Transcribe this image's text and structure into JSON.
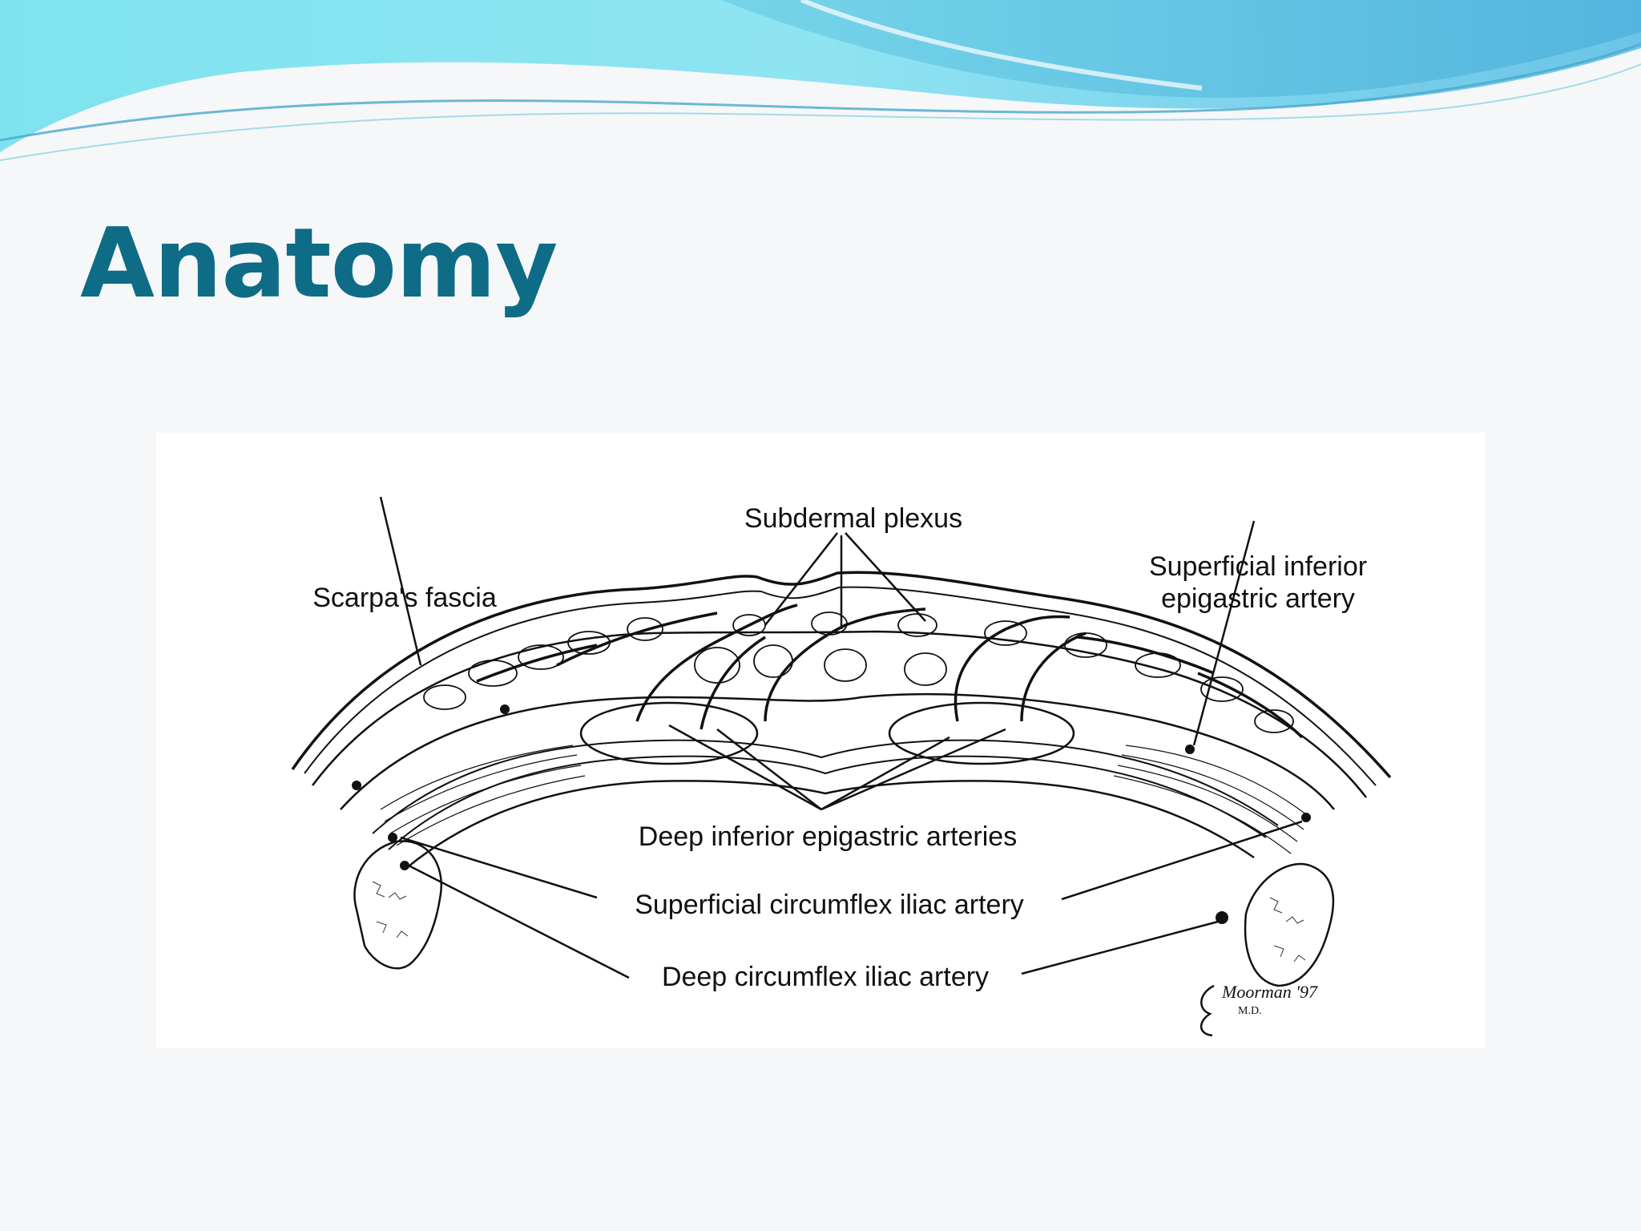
{
  "slide": {
    "title": "Anatomy"
  },
  "colors": {
    "title": "#0e6c86",
    "banner_light": "#8ee6f0",
    "banner_dark": "#4fb8da",
    "background": "#f6f7f9"
  },
  "diagram": {
    "labels": {
      "subdermal_plexus": "Subdermal plexus",
      "scarpas_fascia": "Scarpa's fascia",
      "superficial_inferior_line1": "Superficial inferior",
      "superficial_inferior_line2": "epigastric artery",
      "deep_inferior_epigastric": "Deep inferior epigastric arteries",
      "superficial_circumflex_iliac": "Superficial circumflex iliac artery",
      "deep_circumflex_iliac": "Deep circumflex iliac artery"
    },
    "signature": "Moorman '97 M.D."
  }
}
